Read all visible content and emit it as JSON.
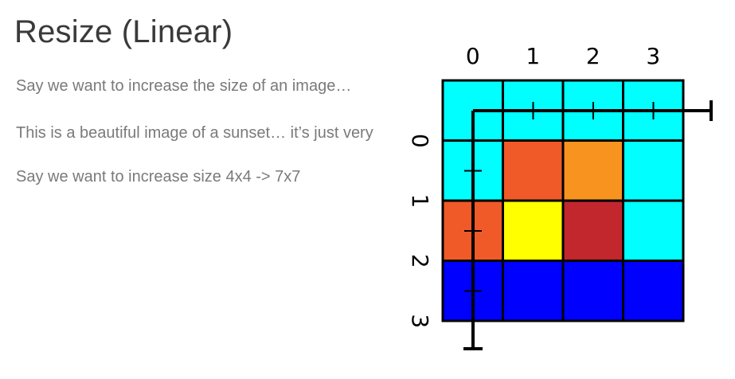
{
  "slide": {
    "title": "Resize (Linear)",
    "lines": [
      "Say we want to increase the size of an image…",
      "This is a beautiful image of a sunset… it’s just very",
      "Say we want to increase size 4x4 -> 7x7"
    ]
  },
  "grid": {
    "col_labels": [
      "0",
      "1",
      "2",
      "3"
    ],
    "row_labels": [
      "0",
      "1",
      "2",
      "3"
    ],
    "cells": [
      [
        "#00ffff",
        "#00ffff",
        "#00ffff",
        "#00ffff"
      ],
      [
        "#00ffff",
        "#f05a28",
        "#f7931e",
        "#00ffff"
      ],
      [
        "#f05a28",
        "#ffff00",
        "#c1272d",
        "#00ffff"
      ],
      [
        "#0000ff",
        "#0000ff",
        "#0000ff",
        "#0000ff"
      ]
    ]
  }
}
